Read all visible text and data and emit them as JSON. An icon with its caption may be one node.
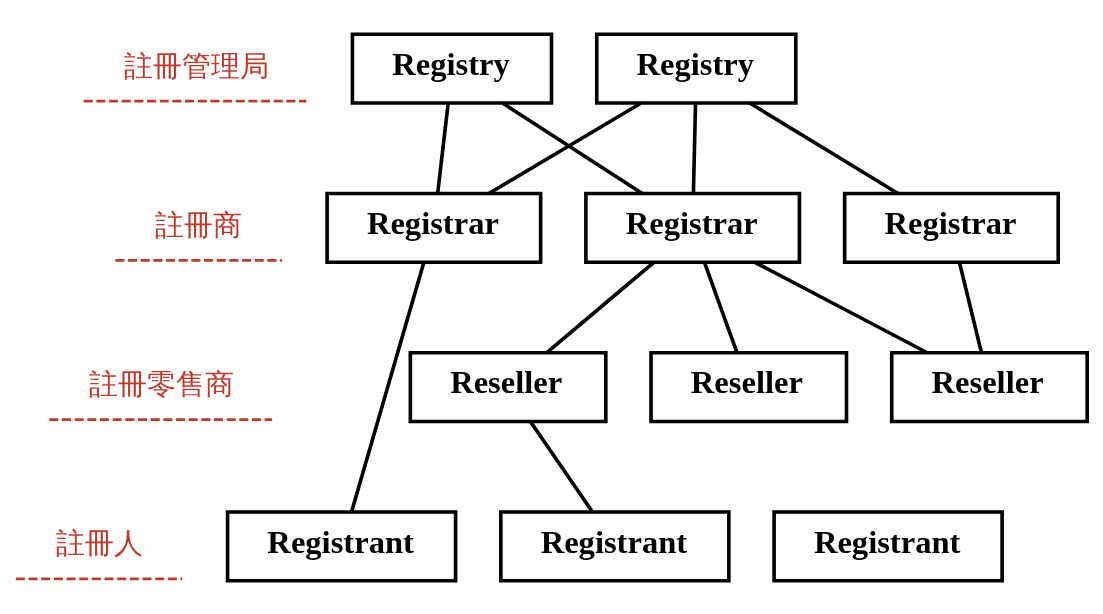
{
  "diagram": {
    "nodes": [
      {
        "text": [
          "Registry"
        ]
      },
      {
        "text": [
          "Registry"
        ]
      },
      {
        "text": [
          "Registrar"
        ]
      },
      {
        "text": [
          "Registrar"
        ]
      },
      {
        "text": [
          "Registrar"
        ]
      },
      {
        "text": [
          "Reseller"
        ]
      },
      {
        "text": [
          "Reseller"
        ]
      },
      {
        "text": [
          "Reseller"
        ]
      },
      {
        "text": [
          "Registrant"
        ]
      },
      {
        "text": [
          "Registrant"
        ]
      },
      {
        "text": [
          "Registrant"
        ]
      }
    ],
    "edges": [
      {
        "from": 0,
        "to": 2,
        "arrow": "none"
      },
      {
        "from": 0,
        "to": 3,
        "arrow": "none"
      },
      {
        "from": 1,
        "to": 2,
        "arrow": "none"
      },
      {
        "from": 1,
        "to": 3,
        "arrow": "none"
      },
      {
        "from": 1,
        "to": 4,
        "arrow": "none"
      },
      {
        "from": 2,
        "to": 8,
        "arrow": "none"
      },
      {
        "from": 3,
        "to": 5,
        "arrow": "none"
      },
      {
        "from": 3,
        "to": 6,
        "arrow": "none"
      },
      {
        "from": 3,
        "to": 7,
        "arrow": "none"
      },
      {
        "from": 4,
        "to": 7,
        "arrow": "none"
      },
      {
        "from": 5,
        "to": 9,
        "arrow": "none"
      }
    ],
    "labels": [
      "註冊管理局",
      "註冊商",
      "註冊零售商",
      "註冊人"
    ]
  }
}
